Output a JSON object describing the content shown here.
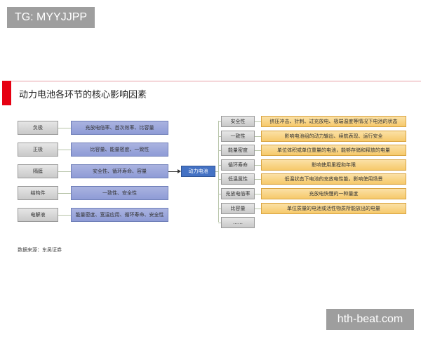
{
  "watermark_top": "TG: MYYJJPP",
  "watermark_bottom": "hth-beat.com",
  "title": "动力电池各环节的核心影响因素",
  "accent_color": "#e60012",
  "center_node": "动力电池",
  "components": [
    {
      "name": "负极",
      "factors": "充放电倍率、首次效率、比容量"
    },
    {
      "name": "正极",
      "factors": "比容量、能量密度、一致性"
    },
    {
      "name": "隔膜",
      "factors": "安全性、循环寿命、容量"
    },
    {
      "name": "结构件",
      "factors": "一致性、安全性"
    },
    {
      "name": "电解液",
      "factors": "能量密度、宽温应用、循环寿命、安全性"
    }
  ],
  "properties": [
    {
      "name": "安全性",
      "description": "挤压冲击、针刺、过充放电、极端温度等情况下电池的状态"
    },
    {
      "name": "一致性",
      "description": "影响电池组的动力输出、续航表现、运行安全"
    },
    {
      "name": "能量密度",
      "description": "单位体积或单位重量的电池，能够存储和释放的电量"
    },
    {
      "name": "循环寿命",
      "description": "影响使用里程和年限"
    },
    {
      "name": "低温属性",
      "description": "低温状态下电池的充放电性能，影响使用场景"
    },
    {
      "name": "充放电倍率",
      "description": "充放电快慢的一种量度"
    },
    {
      "name": "比容量",
      "description": "单位质量的电池或活性物质所能放出的电量"
    },
    {
      "name": "……",
      "description": ""
    }
  ],
  "source": "数据来源：东吴证券"
}
